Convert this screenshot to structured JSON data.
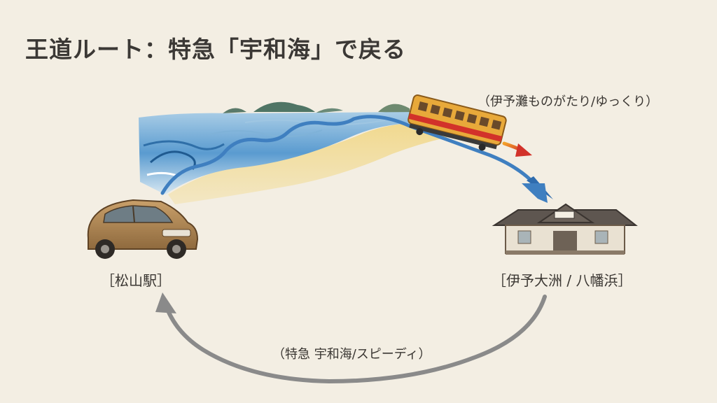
{
  "title": "王道ルート：特急「宇和海」で戻る",
  "nodes": {
    "matsuyama": "［松山駅］",
    "ozu": "［伊予大洲 / 八幡浜］"
  },
  "routes": {
    "scenic": "（伊予灘ものがたり/ゆっくり）",
    "express": "（特急 宇和海/スピーディ）"
  },
  "icons": {
    "car": "car-icon",
    "train": "train-icon",
    "station": "station-building-icon"
  },
  "colors": {
    "background": "#f3eee3",
    "sea": "#4e8fc4",
    "scenic_arrow": "#3f7fc0",
    "express_arrow": "#8a8a8a",
    "train_body": "#e8a93a",
    "accent_red": "#d2322a"
  }
}
